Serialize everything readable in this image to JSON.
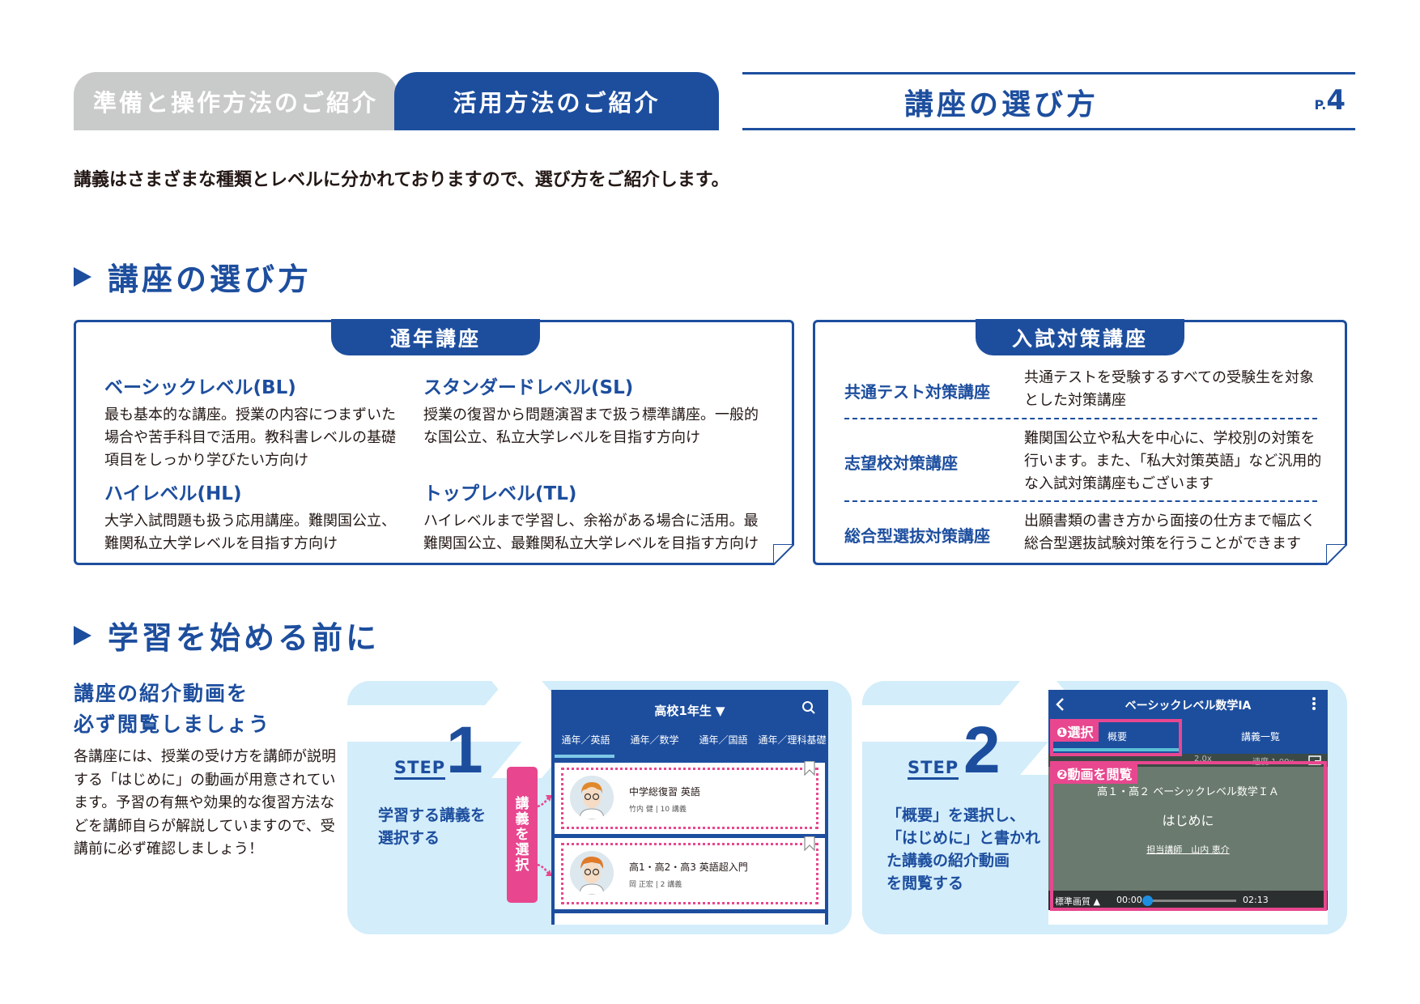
{
  "header": {
    "tab_prep": "準備と操作方法のご紹介",
    "tab_use": "活用方法のご紹介",
    "page_title": "講座の選び方",
    "page_prefix": "P.",
    "page_number": "4"
  },
  "intro": "講義はさまざまな種類とレベルに分かれておりますので、選び方をご紹介します。",
  "section1": {
    "heading": "講座の選び方",
    "regular": {
      "tag": "通年講座",
      "levels": [
        {
          "title": "ベーシックレベル(BL)",
          "desc": "最も基本的な講座。授業の内容につまずいた場合や苦手科目で活用。教科書レベルの基礎項目をしっかり学びたい方向け"
        },
        {
          "title": "スタンダードレベル(SL)",
          "desc": "授業の復習から問題演習まで扱う標準講座。一般的な国公立、私立大学レベルを目指す方向け"
        },
        {
          "title": "ハイレベル(HL)",
          "desc": "大学入試問題も扱う応用講座。難関国公立、難関私立大学レベルを目指す方向け"
        },
        {
          "title": "トップレベル(TL)",
          "desc": "ハイレベルまで学習し、余裕がある場合に活用。最難関国公立、最難関私立大学レベルを目指す方向け"
        }
      ]
    },
    "exam": {
      "tag": "入試対策講座",
      "rows": [
        {
          "name": "共通テスト対策講座",
          "desc": "共通テストを受験するすべての受験生を対象とした対策講座"
        },
        {
          "name": "志望校対策講座",
          "desc": "難関国公立や私大を中心に、学校別の対策を行います。また、「私大対策英語」など汎用的な入試対策講座もございます"
        },
        {
          "name": "総合型選抜対策講座",
          "desc": "出願書類の書き方から面接の仕方まで幅広く総合型選抜試験対策を行うことができます"
        }
      ]
    }
  },
  "section2": {
    "heading": "学習を始める前に",
    "lead_line1": "講座の紹介動画を",
    "lead_line2": "必ず閲覧しましょう",
    "body": "各講座には、授業の受け方を講師が説明する「はじめに」の動画が用意されています。予習の有無や効果的な復習方法などを講師自らが解説していますので、受講前に必ず確認しましょう！",
    "step1": {
      "label": "STEP",
      "number": "1",
      "text_line1": "学習する講義を",
      "text_line2": "選択する",
      "tag": [
        "講",
        "義",
        "を",
        "選",
        "択"
      ],
      "phone": {
        "year": "高校1年生 ▼",
        "tabs": [
          "通年／英語",
          "通年／数学",
          "通年／国語",
          "通年／理科基礎"
        ],
        "cards": [
          {
            "title": "中学総復習 英語",
            "sub": "竹内 健 | 10 講義"
          },
          {
            "title": "高1・高2・高3 英語超入門",
            "sub": "岡 正宏 | 2 講義"
          }
        ]
      }
    },
    "step2": {
      "label": "STEP",
      "number": "2",
      "text_line1": "「概要」を選択し、",
      "text_line2": "「はじめに」と書かれ",
      "text_line3": "た講義の紹介動画",
      "text_line4": "を閲覧する",
      "phone": {
        "title": "ベーシックレベル数学IA",
        "tab_a": "概要",
        "tab_b": "講義一覧",
        "label_select": "❶選択",
        "label_watch": "❷動画を閲覧",
        "speed_a": "2.0x",
        "speed_b": "速度 1.00x",
        "video_line1": "高１・高２ ベーシックレベル数学ＩＡ",
        "video_line2": "はじめに",
        "video_line3": "担当講師　山内 恵介",
        "quality": "標準画質 ▲",
        "time_start": "00:00",
        "time_end": "02:13",
        "progress": 0.0
      }
    }
  },
  "colors": {
    "primary": "#1d4e9e",
    "pink": "#e8478f",
    "light_blue": "#d3edfa",
    "gray_tab": "#c9caca"
  }
}
